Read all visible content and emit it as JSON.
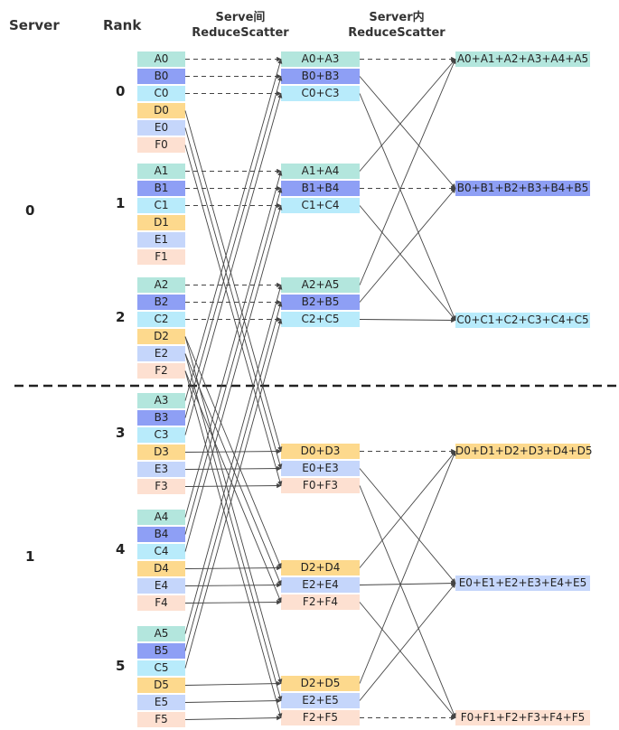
{
  "headers": {
    "server": "Server",
    "rank": "Rank",
    "inter": [
      "Serve间",
      "ReduceScatter"
    ],
    "intra": [
      "Server内",
      "ReduceScatter"
    ]
  },
  "servers": [
    "0",
    "1"
  ],
  "ranks": [
    "0",
    "1",
    "2",
    "3",
    "4",
    "5"
  ],
  "rank_cells": [
    [
      "A0",
      "B0",
      "C0",
      "D0",
      "E0",
      "F0"
    ],
    [
      "A1",
      "B1",
      "C1",
      "D1",
      "E1",
      "F1"
    ],
    [
      "A2",
      "B2",
      "C2",
      "D2",
      "E2",
      "F2"
    ],
    [
      "A3",
      "B3",
      "C3",
      "D3",
      "E3",
      "F3"
    ],
    [
      "A4",
      "B4",
      "C4",
      "D4",
      "E4",
      "F4"
    ],
    [
      "A5",
      "B5",
      "C5",
      "D5",
      "E5",
      "F5"
    ]
  ],
  "mid_groups": [
    [
      "A0+A3",
      "B0+B3",
      "C0+C3"
    ],
    [
      "A1+A4",
      "B1+B4",
      "C1+C4"
    ],
    [
      "A2+A5",
      "B2+B5",
      "C2+C5"
    ],
    [
      "D0+D3",
      "E0+E3",
      "F0+F3"
    ],
    [
      "D2+D4",
      "E2+E4",
      "F2+F4"
    ],
    [
      "D2+D5",
      "E2+E5",
      "F2+F5"
    ]
  ],
  "finals": [
    "A0+A1+A2+A3+A4+A5",
    "B0+B1+B2+B3+B4+B5",
    "C0+C1+C2+C3+C4+C5",
    "D0+D1+D2+D3+D4+D5",
    "E0+E1+E2+E3+E4+E5",
    "F0+F1+F2+F3+F4+F5"
  ],
  "colors": {
    "A": "#b3e6dd",
    "B": "#8e9ff5",
    "C": "#b8ebfb",
    "D": "#fdd98d",
    "E": "#c5d6fb",
    "F": "#fde0d1",
    "line": "#444444",
    "divider": "#222222"
  }
}
